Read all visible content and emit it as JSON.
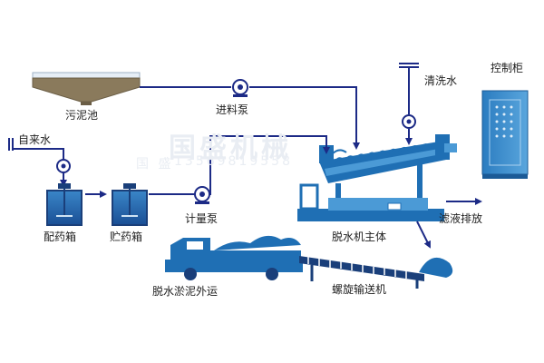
{
  "labels": {
    "sludge_tank": "污泥池",
    "feed_pump": "进料泵",
    "tap_water": "自来水",
    "rinse_water": "清洗水",
    "control_cabinet": "控制柜",
    "mixing_tank": "配药箱",
    "storage_tank": "贮药箱",
    "metering_pump": "计量泵",
    "dewatering_machine": "脱水机主体",
    "filtrate_discharge": "滤液排放",
    "sludge_outbound": "脱水淤泥外运",
    "screw_conveyor": "螺旋输送机"
  },
  "watermark": {
    "brand": "国盛机械",
    "small": "国 盛",
    "phone": "13569819558"
  },
  "colors": {
    "pipe": "#1c2a86",
    "equipment": "#1f6fb4",
    "equipment_light": "#4b9ad6",
    "sludge": "#8a7a5c",
    "water": "#bcd6ee"
  }
}
